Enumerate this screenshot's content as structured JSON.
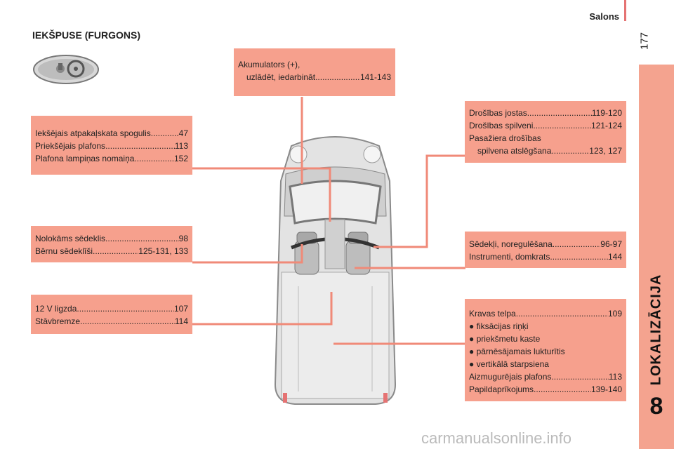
{
  "header": {
    "section": "Salons",
    "page_number": "177"
  },
  "side_tab": {
    "title": "LOKALIZĀCIJA",
    "chapter": "8"
  },
  "main_heading": "IEKŠPUSE (FURGONS)",
  "boxes": {
    "battery": {
      "line1": "Akumulators (+),",
      "line2_label": "uzlādēt, iedarbināt ",
      "line2_page": "141-143"
    },
    "mirror": {
      "rows": [
        {
          "label": "Iekšējais atpakaļskata spogulis ",
          "page": "47"
        },
        {
          "label": "Priekšējais plafons",
          "page": "113"
        },
        {
          "label": "Plafona lampiņas nomaiņa ",
          "page": "152"
        }
      ]
    },
    "seatbelts": {
      "row1": {
        "label": "Drošības jostas",
        "page": "119-120"
      },
      "row2": {
        "label": "Drošības spilveni ",
        "page": "121-124"
      },
      "line3": "Pasažiera drošības",
      "row4": {
        "label": "spilvena atslēgšana ",
        "page": "123, 127"
      }
    },
    "seat_child": {
      "rows": [
        {
          "label": "Nolokāms sēdeklis",
          "page": "98"
        },
        {
          "label": "Bērnu sēdeklīši ",
          "page": "125-131, 133"
        }
      ]
    },
    "seats_adjust": {
      "rows": [
        {
          "label": "Sēdekļi, noregulēšana ",
          "page": "96-97"
        },
        {
          "label": "Instrumenti, domkrats ",
          "page": "144"
        }
      ]
    },
    "socket": {
      "rows": [
        {
          "label": "12 V ligzda",
          "page": "107"
        },
        {
          "label": "Stāvbremze ",
          "page": "114"
        }
      ]
    },
    "cargo": {
      "row1": {
        "label": "Kravas telpa",
        "page": "109"
      },
      "bullets": [
        "● fiksācijas riņķi",
        "● priekšmetu kaste",
        "● pārnēsājamais lukturītis",
        "● vertikālā starpsiena"
      ],
      "row2": {
        "label": "Aizmugurējais plafons ",
        "page": "113"
      },
      "row3": {
        "label": "Papildaprīkojums ",
        "page": "139-140"
      }
    }
  },
  "footer": {
    "watermark": "carmanualsonline.info"
  },
  "colors": {
    "box_fill": "#f6a08d",
    "leader_line": "#f08a78",
    "side_band": "#f4a38f"
  }
}
